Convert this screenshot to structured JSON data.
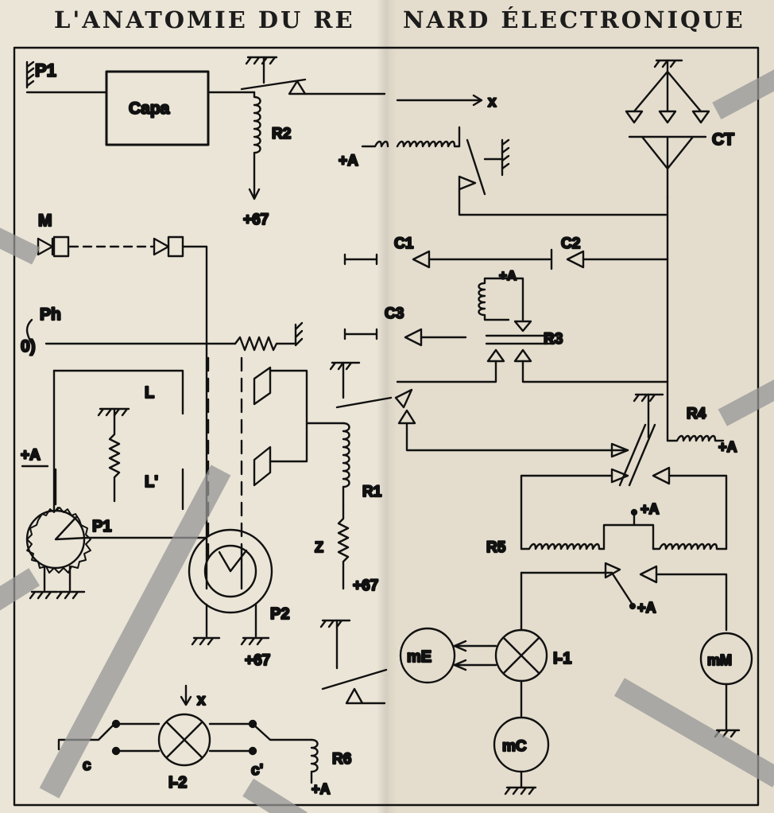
{
  "title": {
    "left": "L'ANATOMIE DU RE",
    "right": "NARD ÉLECTRONIQUE"
  },
  "labels": {
    "p1_top": "P1",
    "capa": "Capa",
    "r2": "R2",
    "v67_top": "+67",
    "plus_a_relay": "+A",
    "x_top": "x",
    "ct": "CT",
    "m": "M",
    "c1": "C1",
    "c2": "C2",
    "plus_a_r3": "+A",
    "ph": "Ph",
    "c3": "C3",
    "r3": "R3",
    "l": "L",
    "l_prime": "L'",
    "r4": "R4",
    "plus_a_r4": "+A",
    "plus_a_left": "+A",
    "p1_pot": "P1",
    "r1": "R1",
    "plus_a_r5": "+A",
    "r5": "R5",
    "z": "Z",
    "v67_right": "+67",
    "plus_a_switch": "+A",
    "p2": "P2",
    "v67_bottom": "+67",
    "me": "mE",
    "i1": "I-1",
    "mm": "mM",
    "x_bottom": "x",
    "mc": "mC",
    "r6": "R6",
    "c": "c",
    "c_prime": "c'",
    "i2": "I-2",
    "plus_a_r6": "+A"
  }
}
